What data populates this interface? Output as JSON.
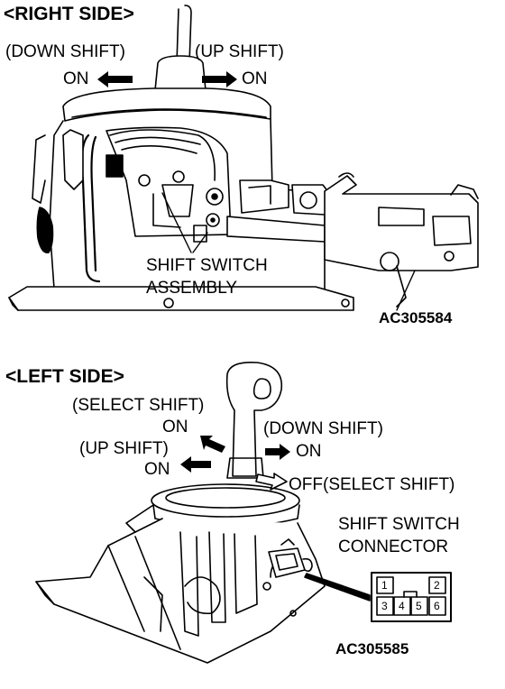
{
  "right_side": {
    "header": "<RIGHT SIDE>",
    "down_shift": "(DOWN SHIFT)",
    "up_shift": "(UP SHIFT)",
    "on_left": "ON",
    "on_right": "ON",
    "callout_line1": "SHIFT SWITCH",
    "callout_line2": "ASSEMBLY",
    "figure_code": "AC305584"
  },
  "left_side": {
    "header": "<LEFT SIDE>",
    "select_shift": "(SELECT SHIFT)",
    "select_on": "ON",
    "up_shift": "(UP SHIFT)",
    "up_on": "ON",
    "down_shift": "(DOWN SHIFT)",
    "down_on": "ON",
    "off_select": "OFF(SELECT SHIFT)",
    "connector_line1": "SHIFT SWITCH",
    "connector_line2": "CONNECTOR",
    "pins": [
      "1",
      "2",
      "3",
      "4",
      "5",
      "6"
    ],
    "figure_code": "AC305585"
  },
  "icons": {
    "arrow_left": "filled-arrow-left-icon",
    "arrow_right": "filled-arrow-right-icon",
    "arrow_off": "hollow-arrow-right-icon"
  }
}
